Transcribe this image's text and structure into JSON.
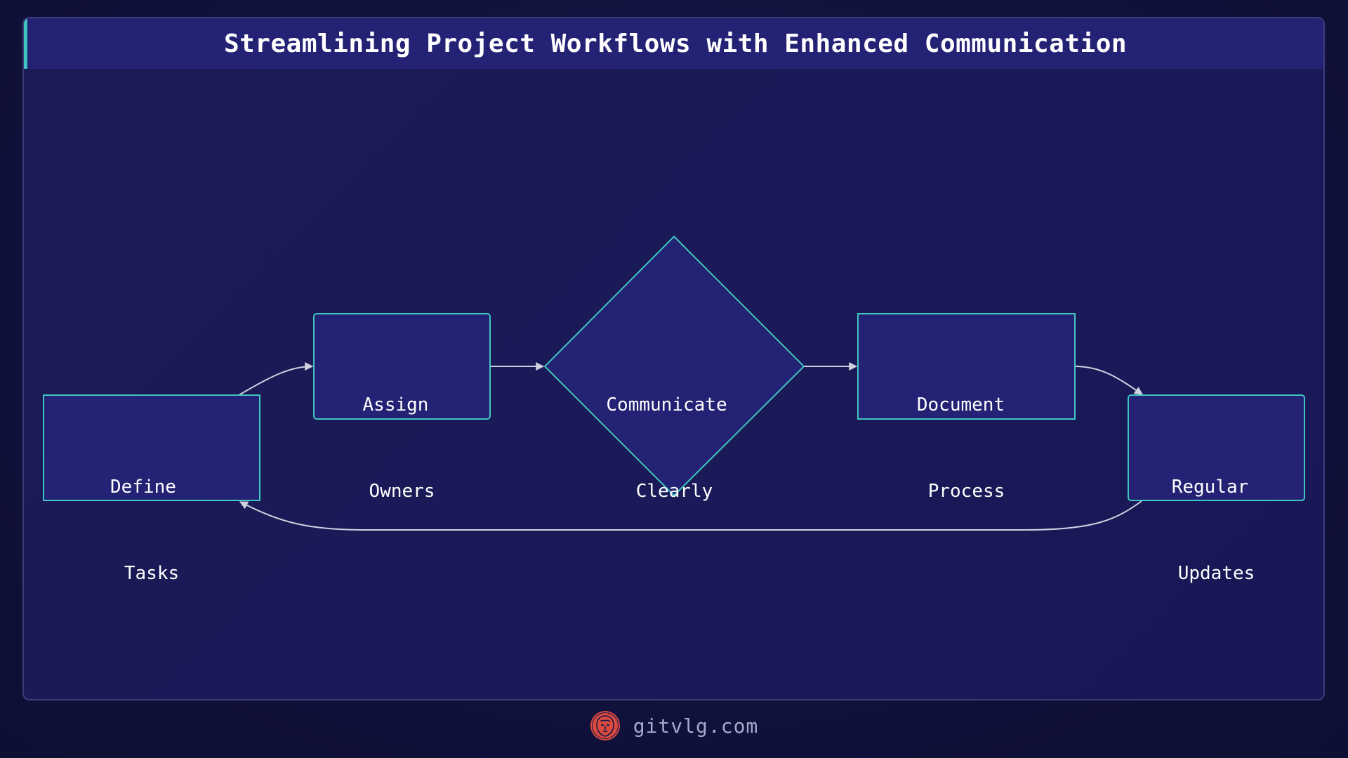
{
  "header": {
    "title": "Streamlining Project Workflows with Enhanced Communication"
  },
  "colors": {
    "background": "#111238",
    "card_background": "#1b1a56",
    "header_background": "#242274",
    "accent": "#3fc6c0",
    "node_fill": "#242274",
    "node_border": "#3fc6c0",
    "edge": "#d0d0e0",
    "text": "#ffffff",
    "footer_text": "#a5a9cc",
    "logo": "#d94a3f"
  },
  "diagram": {
    "nodes": [
      {
        "id": "define",
        "shape": "rect",
        "line1": "Define",
        "line2": "Tasks"
      },
      {
        "id": "assign",
        "shape": "rounded-rect",
        "line1": "Assign",
        "line2": "Owners"
      },
      {
        "id": "communicate",
        "shape": "diamond",
        "line1": "Communicate",
        "line2": "Clearly"
      },
      {
        "id": "document",
        "shape": "rect",
        "line1": "Document",
        "line2": "Process"
      },
      {
        "id": "updates",
        "shape": "rounded-rect",
        "line1": "Regular",
        "line2": "Updates"
      }
    ],
    "edges": [
      {
        "from": "define",
        "to": "assign"
      },
      {
        "from": "assign",
        "to": "communicate"
      },
      {
        "from": "communicate",
        "to": "document"
      },
      {
        "from": "document",
        "to": "updates"
      },
      {
        "from": "updates",
        "to": "define"
      }
    ]
  },
  "footer": {
    "logo_icon": "lion-head-icon",
    "site": "gitvlg.com"
  }
}
